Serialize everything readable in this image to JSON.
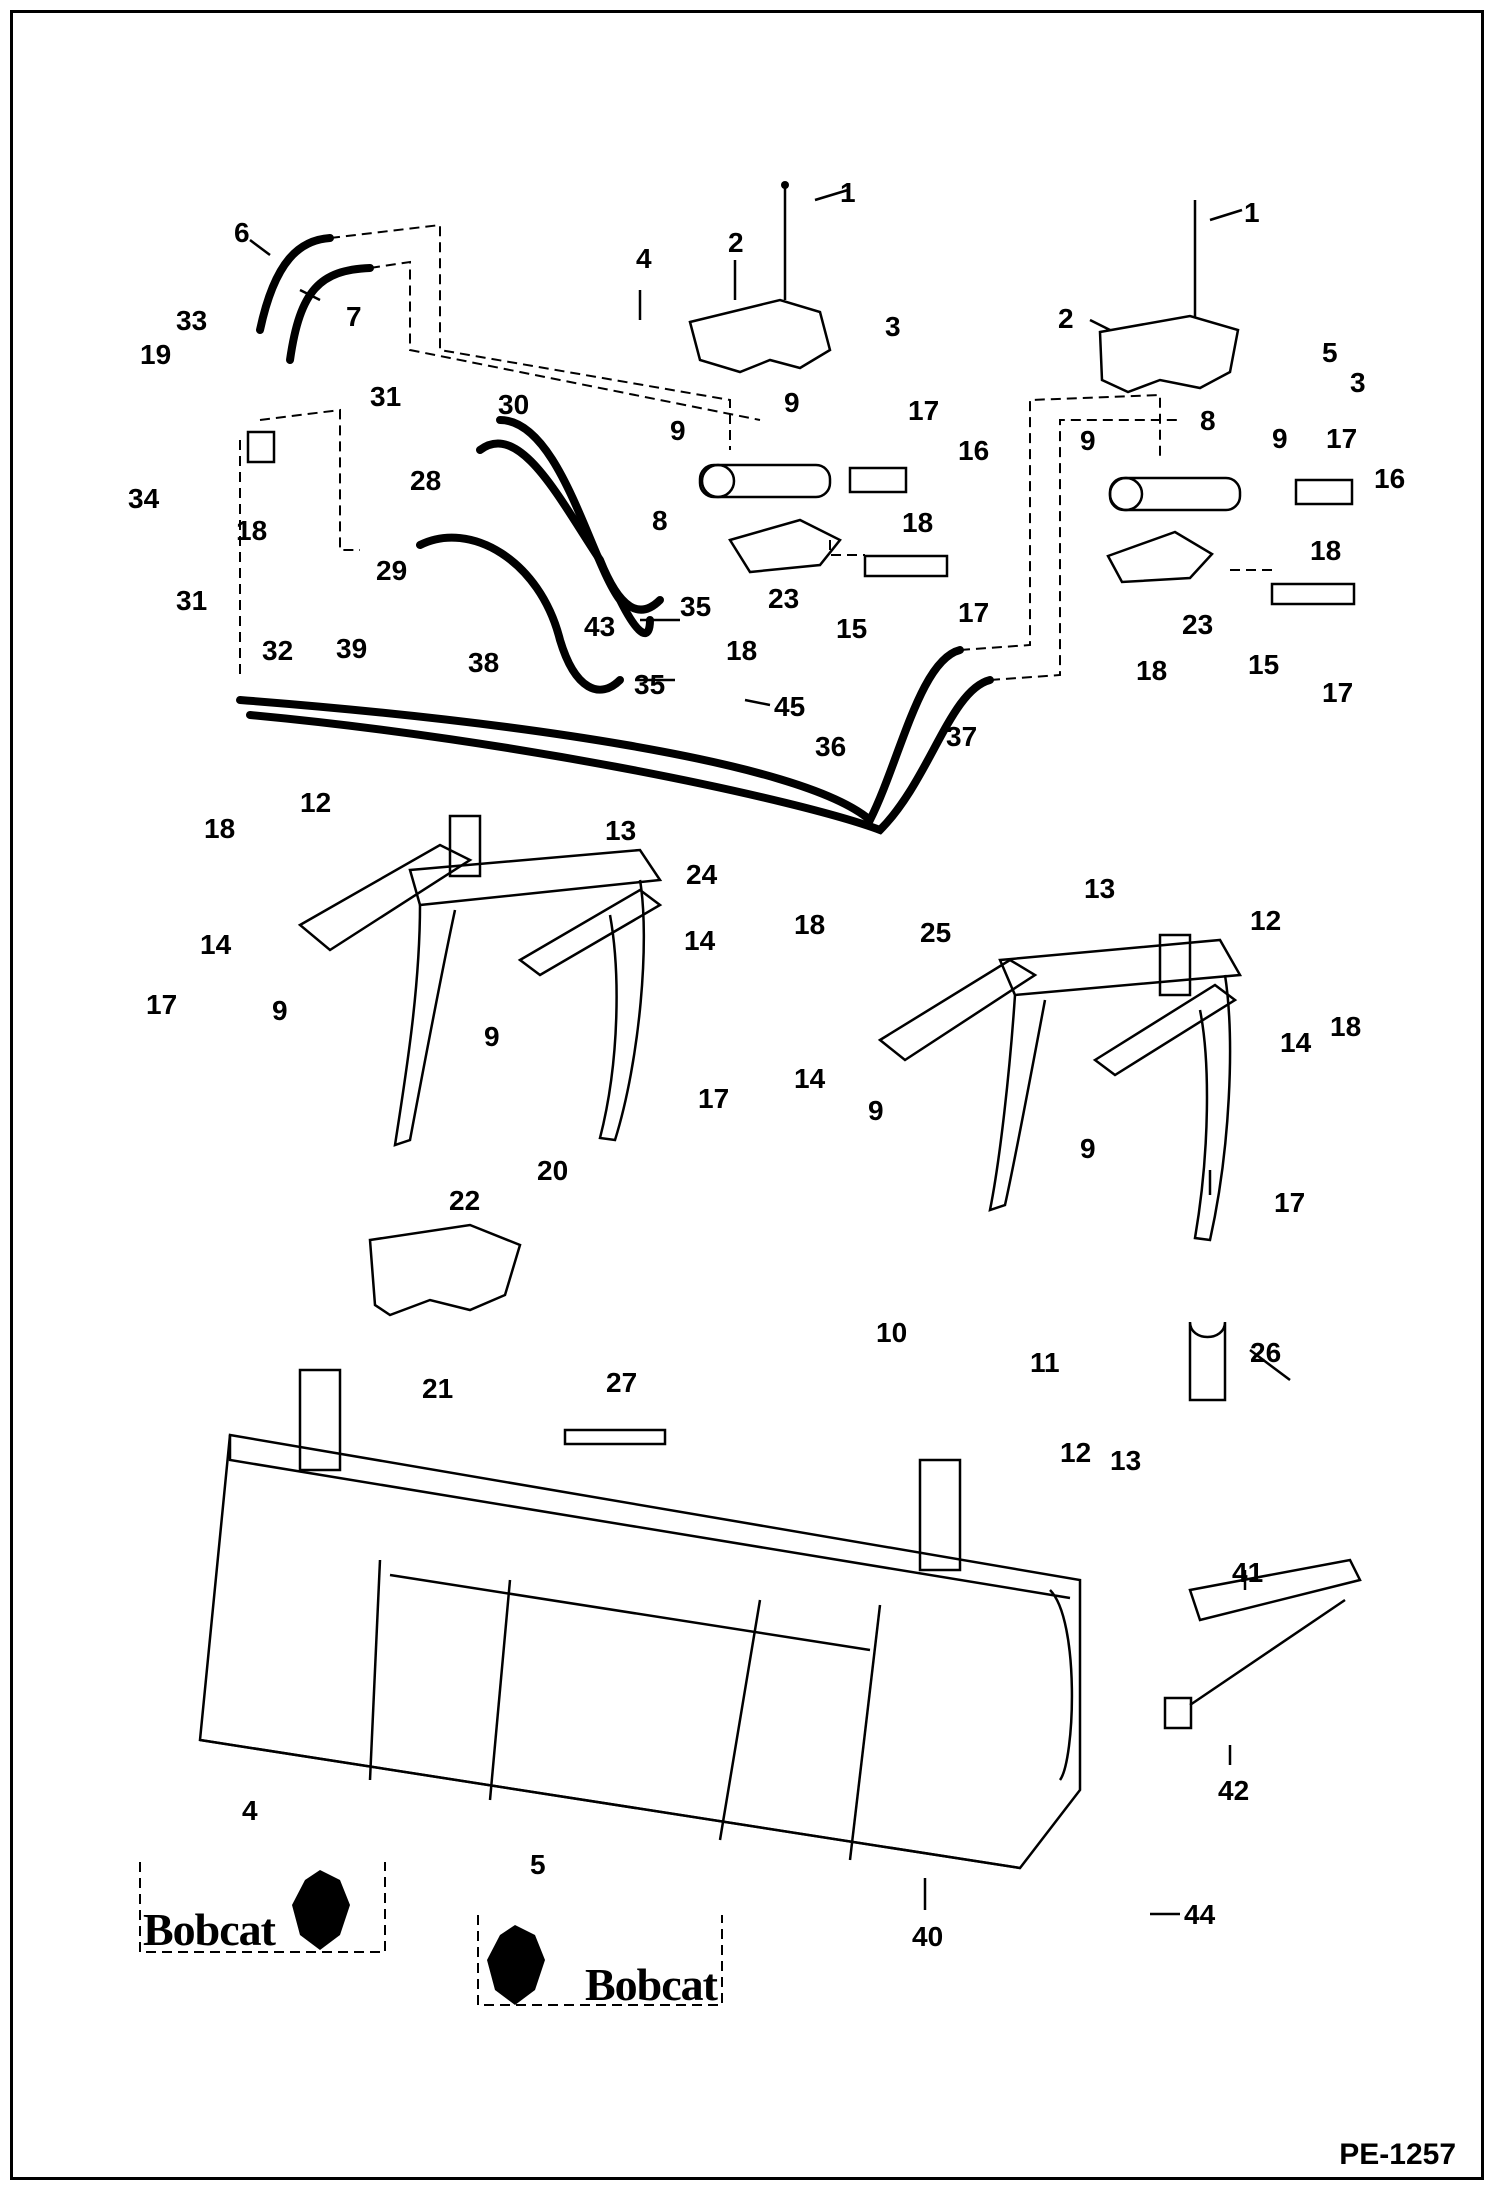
{
  "drawing_code": "PE-1257",
  "callouts": [
    "1",
    "1",
    "2",
    "2",
    "3",
    "3",
    "4",
    "5",
    "6",
    "7",
    "8",
    "8",
    "9",
    "9",
    "9",
    "9",
    "9",
    "9",
    "9",
    "9",
    "12",
    "12",
    "12",
    "13",
    "13",
    "13",
    "14",
    "14",
    "14",
    "14",
    "15",
    "15",
    "16",
    "16",
    "17",
    "17",
    "17",
    "17",
    "17",
    "17",
    "17",
    "18",
    "18",
    "18",
    "18",
    "18",
    "18",
    "18",
    "18",
    "19",
    "20",
    "21",
    "22",
    "23",
    "23",
    "24",
    "25",
    "26",
    "27",
    "28",
    "29",
    "30",
    "31",
    "31",
    "32",
    "33",
    "34",
    "35",
    "35",
    "36",
    "37",
    "38",
    "39",
    "40",
    "41",
    "42",
    "43",
    "44",
    "45",
    "10",
    "11",
    "4",
    "5"
  ],
  "logos": [
    {
      "text": "Bobcat",
      "ref": "4"
    },
    {
      "text": "Bobcat",
      "ref": "5"
    }
  ]
}
